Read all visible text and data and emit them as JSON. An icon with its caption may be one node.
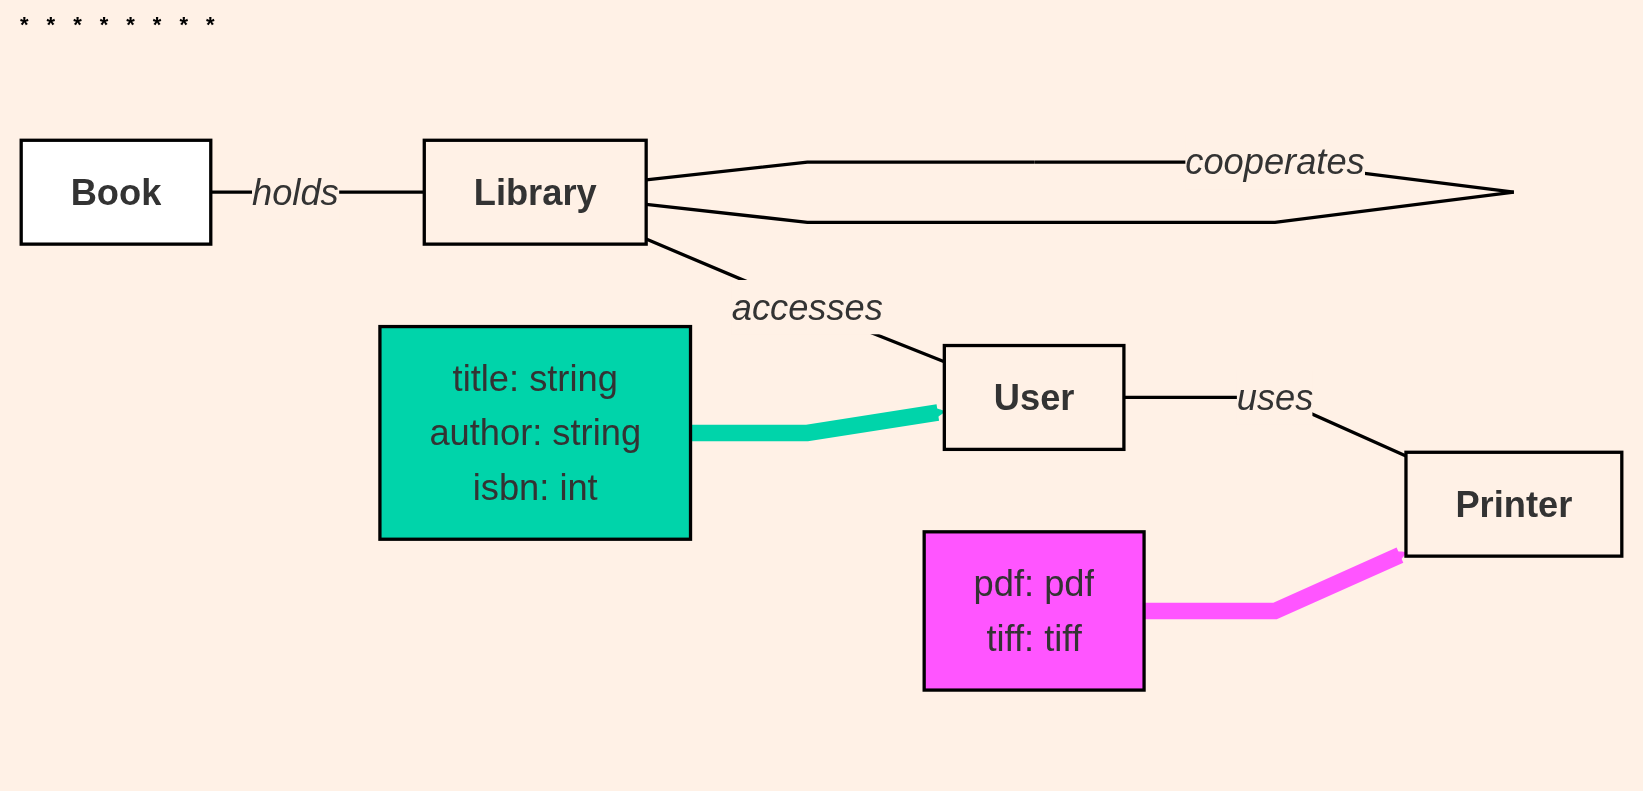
{
  "diagram": {
    "nodes": [
      {
        "text": [
          "Book"
        ]
      },
      {
        "text": [
          "title: string",
          "author: string",
          "isbn: int"
        ]
      },
      {
        "text": [
          "pdf: pdf",
          "tiff: tiff"
        ]
      },
      {
        "text": [
          "Library"
        ]
      },
      {
        "text": [
          "User"
        ]
      },
      {
        "text": [
          "Printer"
        ]
      }
    ],
    "edges": [
      {
        "from": 0,
        "to": 3,
        "arrow": "none",
        "label": "holds"
      },
      {
        "from": 3,
        "to": 3,
        "arrow": "none",
        "label": "cooperates"
      },
      {
        "from": 3,
        "to": 4,
        "arrow": "none",
        "label": "accesses"
      },
      {
        "from": 4,
        "to": 5,
        "arrow": "none",
        "label": "uses"
      },
      {
        "from": 1,
        "to": 4,
        "arrow": "to",
        "style": "thick",
        "color": "#00d4aa"
      },
      {
        "from": 2,
        "to": 5,
        "arrow": "to",
        "style": "thick",
        "color": "#ff55ff"
      }
    ],
    "labels": [
      "*",
      "*",
      "*",
      "*",
      "*",
      "*",
      "*",
      "*"
    ]
  }
}
